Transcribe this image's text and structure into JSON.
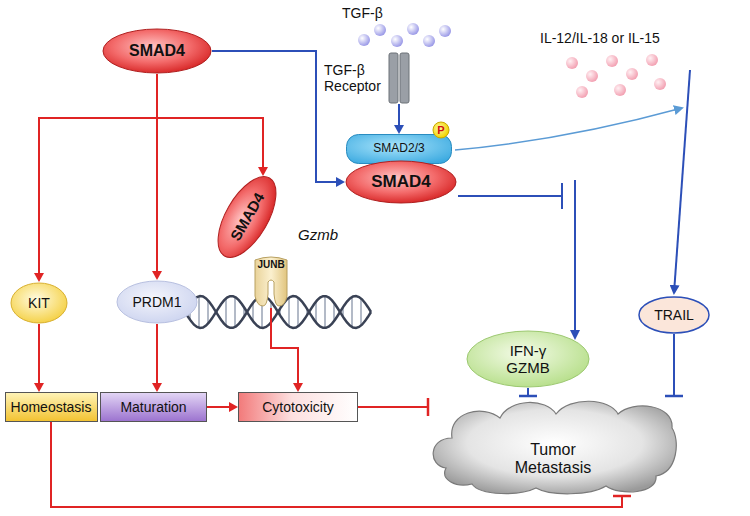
{
  "diagram": {
    "nodes": [
      {
        "text": [
          "SMAD4"
        ]
      },
      {
        "text": [
          "TGF-β Receptor"
        ]
      },
      {
        "text": [
          "SMAD2/3"
        ]
      },
      {
        "text": [
          "SMAD4"
        ]
      },
      {
        "text": [
          "P"
        ]
      },
      {
        "text": [
          "KIT"
        ]
      },
      {
        "text": [
          "PRDM1"
        ]
      },
      {
        "text": [
          "SMAD4"
        ]
      },
      {
        "text": [
          "JUNB"
        ]
      },
      {
        "text": [
          "IFN-γ",
          "GZMB"
        ]
      },
      {
        "text": [
          "TRAIL"
        ]
      },
      {
        "text": [
          "Homeostasis"
        ]
      },
      {
        "text": [
          "Maturation"
        ]
      },
      {
        "text": [
          "Cytotoxicity"
        ]
      },
      {
        "text": [
          "Tumor Metastasis"
        ]
      }
    ],
    "edges": [
      {
        "from": 0,
        "to": 5,
        "arrow": "to"
      },
      {
        "from": 0,
        "to": 6,
        "arrow": "to"
      },
      {
        "from": 0,
        "to": 7,
        "arrow": "to"
      },
      {
        "from": 0,
        "to": 3,
        "arrow": "to"
      },
      {
        "from": 1,
        "to": 2,
        "arrow": "to"
      },
      {
        "from": 5,
        "to": 11,
        "arrow": "to"
      },
      {
        "from": 6,
        "to": 12,
        "arrow": "to"
      },
      {
        "from": 8,
        "to": 13,
        "arrow": "to"
      },
      {
        "from": 12,
        "to": 13,
        "arrow": "to"
      },
      {
        "from": 13,
        "to": 14,
        "arrow": "to"
      },
      {
        "from": 11,
        "to": 14,
        "arrow": "to"
      },
      {
        "from": 9,
        "to": 14,
        "arrow": "to"
      },
      {
        "from": 10,
        "to": 14,
        "arrow": "to"
      }
    ],
    "labels": [
      "TGF-β",
      "IL-12/IL-18 or IL-15",
      "Gzmb"
    ]
  }
}
